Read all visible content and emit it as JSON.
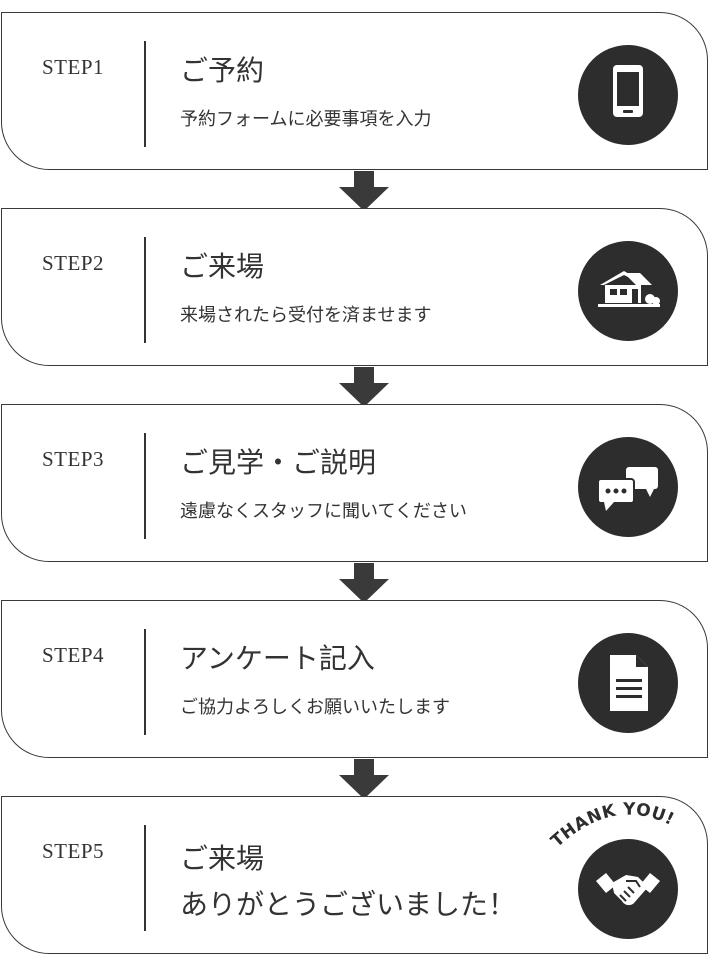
{
  "steps": [
    {
      "label": "STEP1",
      "title": "ご予約",
      "desc": "予約フォームに必要事項を入力",
      "icon": "smartphone-icon"
    },
    {
      "label": "STEP2",
      "title": "ご来場",
      "desc": "来場されたら受付を済ませます",
      "icon": "house-icon"
    },
    {
      "label": "STEP3",
      "title": "ご見学・ご説明",
      "desc": "遠慮なくスタッフに聞いてください",
      "icon": "chat-bubbles-icon"
    },
    {
      "label": "STEP4",
      "title": "アンケート記入",
      "desc": "ご協力よろしくお願いいたします",
      "icon": "document-icon"
    },
    {
      "label": "STEP5",
      "title": "ご来場",
      "title_line2": "ありがとうございました！",
      "icon": "handshake-icon",
      "badge": "THANK YOU!"
    }
  ],
  "colors": {
    "dark": "#2d2d2d",
    "border": "#3a3a3a",
    "text": "#333333"
  }
}
